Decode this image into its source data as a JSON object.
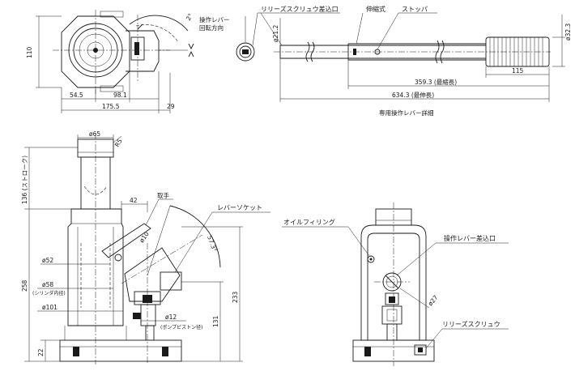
{
  "plan_view": {
    "dim_110": "110",
    "dim_54_5": "54.5",
    "dim_98_1": "98.1",
    "dim_175_5": "175.5",
    "dim_29": "29",
    "dim_angle_2": "2°",
    "lever_rotation_line1": "操作レバー",
    "lever_rotation_line2": "回転方向"
  },
  "lever_detail": {
    "release_screw_slot": "リリーズスクリュウ差込口",
    "telescopic": "伸縮式",
    "stopper": "ストッパ",
    "dia_21_2": "ø21.2",
    "dia_32_3": "ø32.3",
    "dim_115": "115",
    "dim_359_3": "359.3 (最縮長)",
    "dim_634_3": "634.3 (最伸長)",
    "caption": "専用操作レバー詳細"
  },
  "front_view": {
    "dia_65": "ø65",
    "chamfer_r5": "R5",
    "stroke_136": "136 (ストローク)",
    "height_258": "258",
    "dim_22": "22",
    "dia_52": "ø52",
    "dia_58": "ø58",
    "cylinder_inner": "(シリンダ内径)",
    "dia_101": "ø101",
    "dim_42": "42",
    "handle": "取手",
    "dia_10": "ø10",
    "lever_socket": "レバーソケット",
    "angle_57": "57.3°",
    "height_233": "233",
    "dim_131": "131",
    "dia_12": "ø12",
    "pump_piston": "(ポンプピストン径)"
  },
  "side_view": {
    "oil_filling": "オイルフィリング",
    "lever_slot": "操作レバー差込口",
    "dia_27": "ø27",
    "release_screw": "リリーズスクリュウ"
  }
}
